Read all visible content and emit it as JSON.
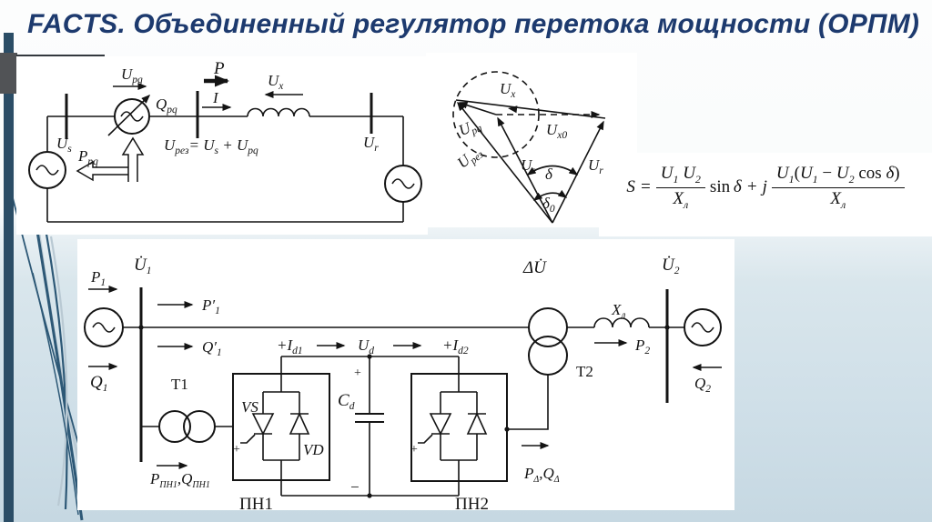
{
  "title": "FACTS. Объединенный регулятор перетока мощности (ОРПМ)",
  "colors": {
    "title_text": "#1d3a6e",
    "accent_bar": "#2b4d66",
    "corner_square": "#515356",
    "diagram_line": "#141414",
    "panel_bg": "#ffffff",
    "bg_blue": "#cfdfe8",
    "swoosh_dark": "#2d5876",
    "swoosh_light": "#b9c9d3"
  },
  "top_circuit": {
    "u_pq": {
      "base": "U",
      "sub": "pq"
    },
    "q_pq": {
      "base": "Q",
      "sub": "pq"
    },
    "p": "P",
    "i": "I",
    "u_x": {
      "base": "U",
      "sub": "x"
    },
    "u_s": {
      "base": "U",
      "sub": "s"
    },
    "p_pq": {
      "base": "P",
      "sub": "pq"
    },
    "u_r": {
      "base": "U",
      "sub": "r"
    },
    "u_rez_eq": {
      "u1": "U",
      "s1": "рез",
      "eq": "= ",
      "u2": "U",
      "s2": "s",
      "plus": " + ",
      "u3": "U",
      "s3": "pq"
    }
  },
  "phasor": {
    "u_x": {
      "base": "U",
      "sub": "x"
    },
    "u_pq": {
      "base": "U",
      "sub": "pq"
    },
    "u_x0": {
      "base": "U",
      "sub": "x0"
    },
    "u_rez": {
      "base": "U",
      "sub": "рез"
    },
    "u_s": {
      "base": "U",
      "sub": "s"
    },
    "u_r": {
      "base": "U",
      "sub": "r"
    },
    "delta": "δ",
    "delta0": {
      "base": "δ",
      "sub": "0"
    }
  },
  "formula": {
    "lhs": "S",
    "eq": "=",
    "n1b": "U",
    "n1s": "1",
    "n2b": "U",
    "n2s": "2",
    "d1b": "X",
    "d1s": "л",
    "sin": "sin",
    "delta1": "δ",
    "plus": "+",
    "j": "j",
    "n3b": "U",
    "n3s": "1",
    "open": "(",
    "n4b": "U",
    "n4s": "1",
    "minus": " − ",
    "n5b": "U",
    "n5s": "2",
    "cos": " cos ",
    "delta2": "δ",
    "close": ")",
    "d2b": "X",
    "d2s": "л"
  },
  "bottom_circuit": {
    "p1": {
      "base": "P",
      "sub": "1"
    },
    "q1": {
      "base": "Q",
      "sub": "1"
    },
    "u1": {
      "base": "U̇",
      "sub": "1"
    },
    "p1p": {
      "base": "P′",
      "sub": "1"
    },
    "q1p": {
      "base": "Q′",
      "sub": "1"
    },
    "t1": "T1",
    "t2": "T2",
    "vs": "VS",
    "vd": "VD",
    "pn1": "ПН1",
    "pn2": "ПН2",
    "id1": {
      "base": "+I",
      "sub": "d1"
    },
    "ud": {
      "base": "U",
      "sub": "d"
    },
    "id2": {
      "base": "+I",
      "sub": "d2"
    },
    "cd": {
      "base": "C",
      "sub": "d"
    },
    "cap_plus": "+",
    "cap_minus": "−",
    "vs1_plus": "+",
    "vs2_plus": "+",
    "p_pn1": {
      "pb": "P",
      "ps": "ПН1",
      "comma": ",",
      "qb": "Q",
      "qs": "ПН1"
    },
    "p_delta": {
      "pb": "P",
      "ps": "Δ",
      "comma": ",",
      "qb": "Q",
      "qs": "Δ"
    },
    "du": "ΔU̇",
    "u2": {
      "base": "U̇",
      "sub": "2"
    },
    "xl": {
      "base": "X",
      "sub": "л"
    },
    "p2": {
      "base": "P",
      "sub": "2"
    },
    "q2": {
      "base": "Q",
      "sub": "2"
    }
  }
}
